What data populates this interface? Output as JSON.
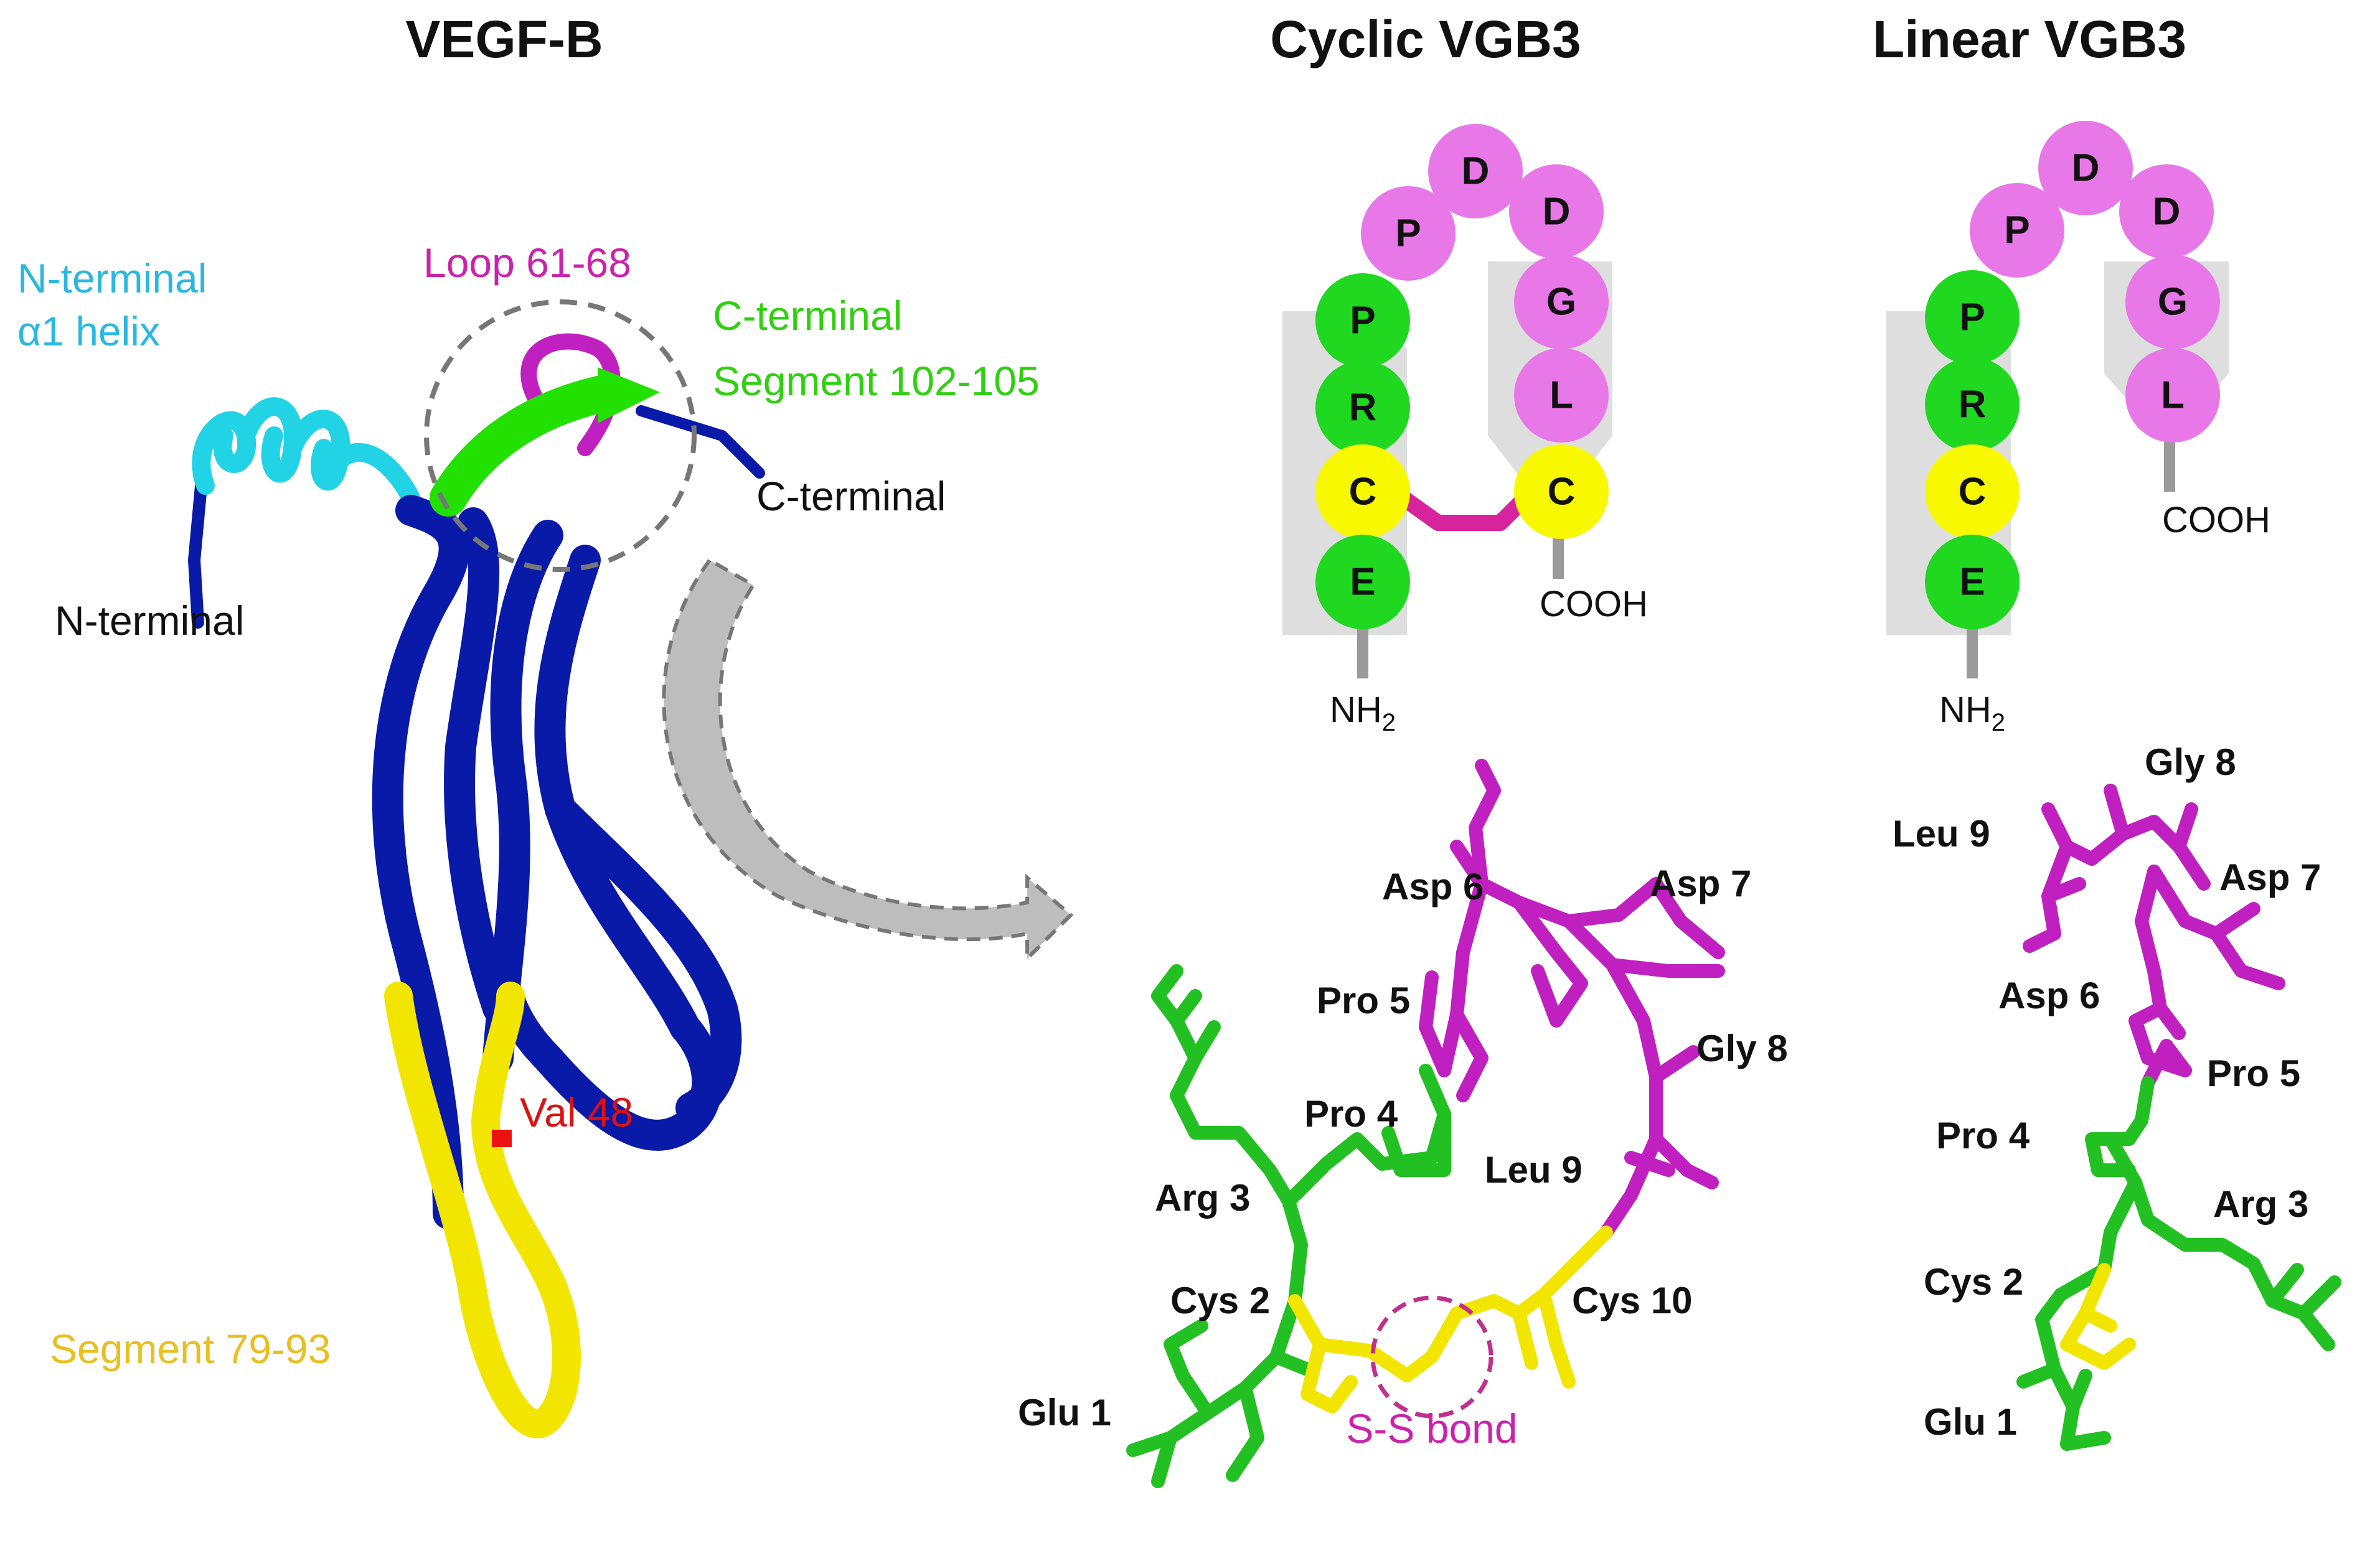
{
  "titles": {
    "vegf": "VEGF-B",
    "cyclic": "Cyclic VGB3",
    "linear": "Linear VGB3"
  },
  "ribbon_labels": {
    "nterm_helix_line1": "N-terminal",
    "nterm_helix_line2": "α1 helix",
    "loop": "Loop 61-68",
    "cterm_seg_line1": "C-terminal",
    "cterm_seg_line2": "Segment 102-105",
    "cterm": "C-terminal",
    "nterm": "N-terminal",
    "val48": "Val 48",
    "seg79": "Segment 79-93"
  },
  "cyclic_sequence": {
    "left": [
      "P",
      "R",
      "C",
      "E"
    ],
    "arc": [
      "P",
      "D",
      "D"
    ],
    "right": [
      "G",
      "L",
      "C"
    ],
    "nh2_main": "NH",
    "nh2_sub": "2",
    "cooh": "COOH"
  },
  "linear_sequence": {
    "left": [
      "P",
      "R",
      "C",
      "E"
    ],
    "arc": [
      "P",
      "D",
      "D"
    ],
    "right": [
      "G",
      "L"
    ],
    "nh2_main": "NH",
    "nh2_sub": "2",
    "cooh": "COOH"
  },
  "cyclic_atoms": {
    "asp6": "Asp 6",
    "asp7": "Asp 7",
    "pro5": "Pro 5",
    "gly8": "Gly 8",
    "pro4": "Pro 4",
    "leu9": "Leu 9",
    "arg3": "Arg 3",
    "cys2": "Cys 2",
    "cys10": "Cys 10",
    "glu1": "Glu 1",
    "ss_bond": "S-S bond"
  },
  "linear_atoms": {
    "gly8": "Gly 8",
    "leu9": "Leu 9",
    "asp7": "Asp 7",
    "asp6": "Asp 6",
    "pro5": "Pro 5",
    "pro4": "Pro 4",
    "arg3": "Arg 3",
    "cys2": "Cys 2",
    "glu1": "Glu 1"
  },
  "colors": {
    "helix": "#22d3e6",
    "sheet": "#0a1aa8",
    "loop": "#c020c0",
    "cterm_segment": "#22e000",
    "seg79": "#f2e600",
    "val48": "#ee1111",
    "residue_green": "#1fd81f",
    "residue_yellow": "#f8f800",
    "residue_pink": "#e878e8",
    "backbone_band": "#dedede",
    "disulfide": "#d8249c",
    "label_cyan": "#2ab8e0",
    "label_magenta": "#cc22aa",
    "label_green": "#30d010",
    "label_gold": "#e8c020",
    "label_red": "#dd1111"
  }
}
